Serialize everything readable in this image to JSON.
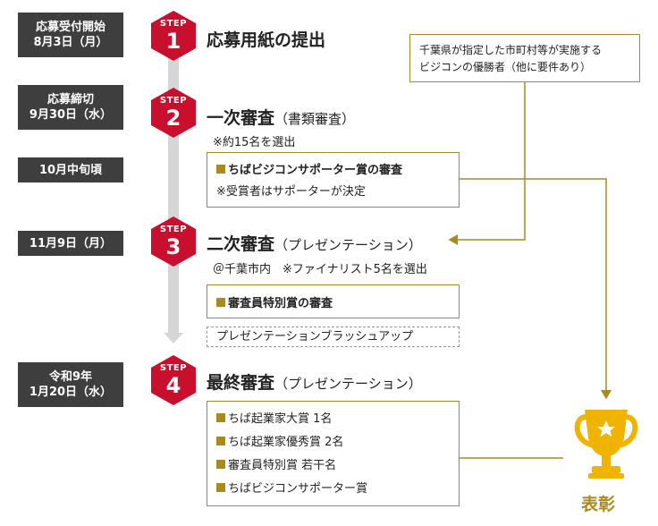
{
  "dates": [
    {
      "line1": "応募受付開始",
      "line2": "8月3日（月）"
    },
    {
      "line1": "応募締切",
      "line2": "9月30日（水）"
    },
    {
      "line1": "10月中旬頃",
      "line2": ""
    },
    {
      "line1": "11月9日（月）",
      "line2": ""
    },
    {
      "line1": "令和9年",
      "line2": "1月20日（水）"
    }
  ],
  "step_label": "STEP",
  "steps": [
    {
      "num": "1",
      "title": "応募用紙の提出",
      "subtitle": ""
    },
    {
      "num": "2",
      "title": "一次審査",
      "subtitle": "（書類審査）"
    },
    {
      "num": "3",
      "title": "二次審査",
      "subtitle": "（プレゼンテーション）"
    },
    {
      "num": "4",
      "title": "最終審査",
      "subtitle": "（プレゼンテーション）"
    }
  ],
  "notes": {
    "step2_note": "※約15名を選出",
    "step3_note": "＠千葉市内　※ファイナリスト5名を選出"
  },
  "boxes": {
    "supporter_review": {
      "title": "ちばビジコンサポーター賞の審査",
      "note": "※受賞者はサポーターが決定"
    },
    "judge_review": {
      "title": "審査員特別賞の審査"
    },
    "brushup": "プレゼンテーションブラッシュアップ",
    "winners": [
      "ちば起業家大賞 1名",
      "ちば起業家優秀賞 2名",
      "審査員特別賞 若干名",
      "ちばビジコンサポーター賞"
    ],
    "municipal": {
      "line1": "千葉県が指定した市町村等が実施する",
      "line2": "ビジコンの優勝者（他に要件あり）"
    }
  },
  "award_label": "表彰",
  "colors": {
    "accent": "#c8102e",
    "gold": "#a98a1e",
    "dark": "#3e3e3e",
    "trophy": "#f0b400"
  }
}
